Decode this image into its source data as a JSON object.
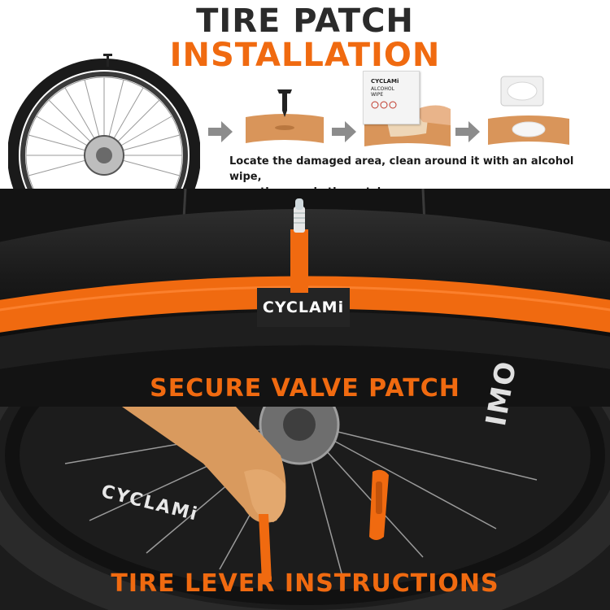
{
  "header": {
    "title_line1": "TIRE PATCH",
    "title_line2": "INSTALLATION"
  },
  "steps": {
    "caption_line1": "Locate the damaged area, clean around it with an alcohol wipe,",
    "caption_line2": "then apply the patch.",
    "wipe_brand": "CYCLAMi",
    "wipe_label": "ALCOHOL WIPE"
  },
  "valve_section": {
    "title": "SECURE VALVE PATCH",
    "brand": "CYCLAMi"
  },
  "lever_section": {
    "title": "TIRE LEVER INSTRUCTIONS",
    "rim_brand": "CYCLAMi",
    "rim_brand_side": "IMO"
  },
  "colors": {
    "accent": "#f06a10",
    "dark_title": "#2b2b2b",
    "tire": "#1a1a1a",
    "skin": "#d99a5e"
  }
}
